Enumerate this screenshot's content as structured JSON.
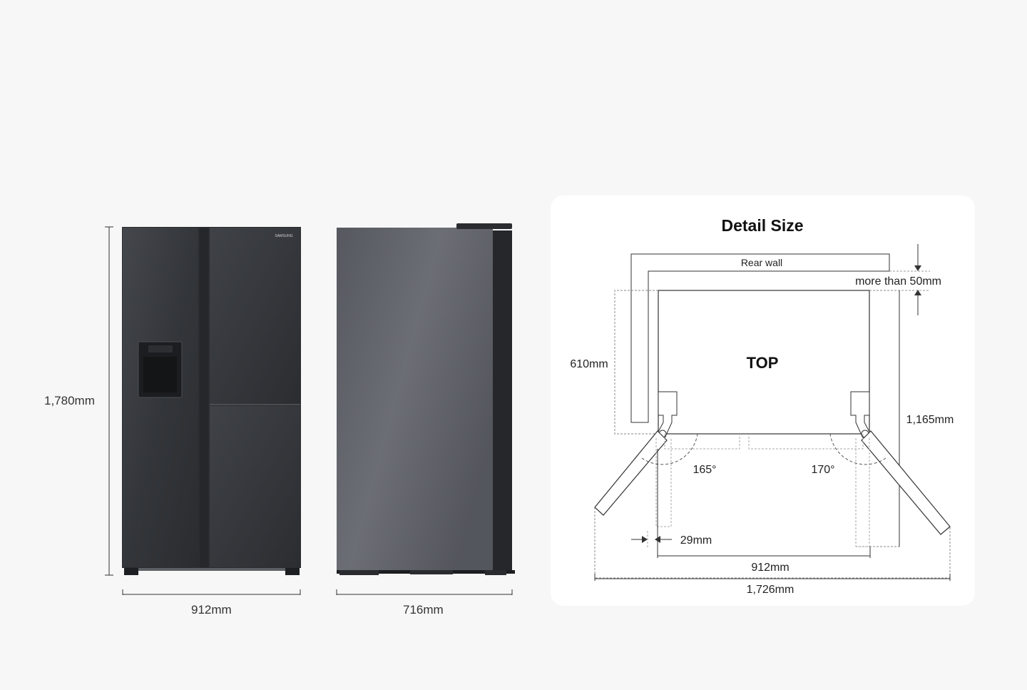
{
  "front_view": {
    "height_label": "1,780mm",
    "width_label": "912mm",
    "brand": "SAMSUNG"
  },
  "side_view": {
    "depth_label": "716mm"
  },
  "detail_panel": {
    "title": "Detail Size",
    "rear_wall_label": "Rear wall",
    "clearance_label": "more than 50mm",
    "top_label": "TOP",
    "depth_label": "610mm",
    "door_open_depth_label": "1,165mm",
    "left_angle": "165°",
    "right_angle": "170°",
    "hinge_gap_label": "29mm",
    "body_width_label": "912mm",
    "open_width_label": "1,726mm"
  },
  "colors": {
    "background": "#f7f7f7",
    "panel": "#ffffff",
    "fridge_body": "#33363b",
    "fridge_side": "#5f6268",
    "line": "#222222"
  }
}
